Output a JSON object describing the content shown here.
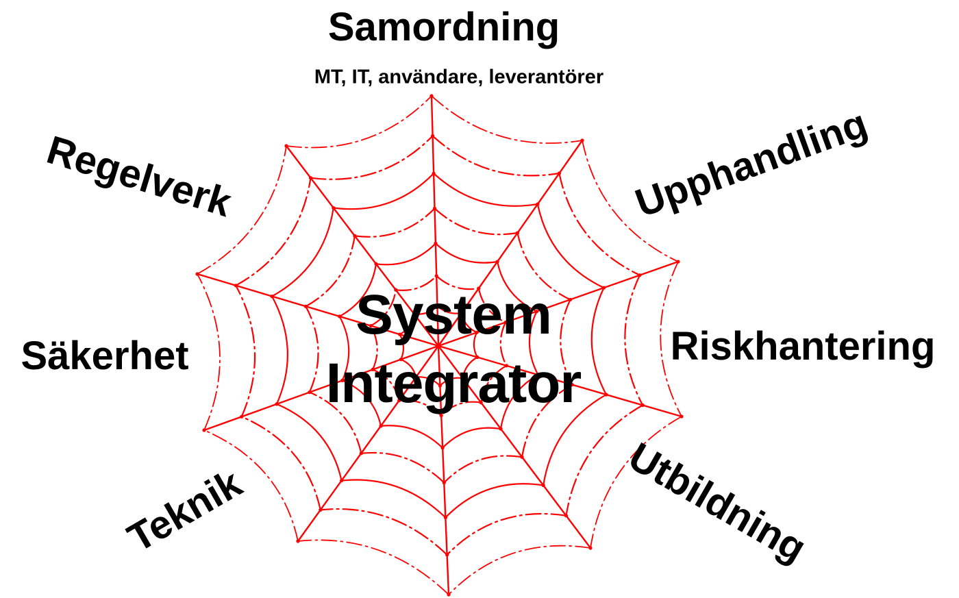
{
  "diagram": {
    "top_label": "Samordning",
    "top_sublabel": "MT, IT, användare, leverantörer",
    "labels": {
      "regelverk": "Regelverk",
      "upphandling": "Upphandling",
      "sakerhet": "Säkerhet",
      "riskhantering": "Riskhantering",
      "teknik": "Teknik",
      "utbildning": "Utbildning"
    },
    "center": {
      "line1": "System",
      "line2": "Integrator"
    },
    "web_color": "#ff0000",
    "text_color": "#000000"
  }
}
